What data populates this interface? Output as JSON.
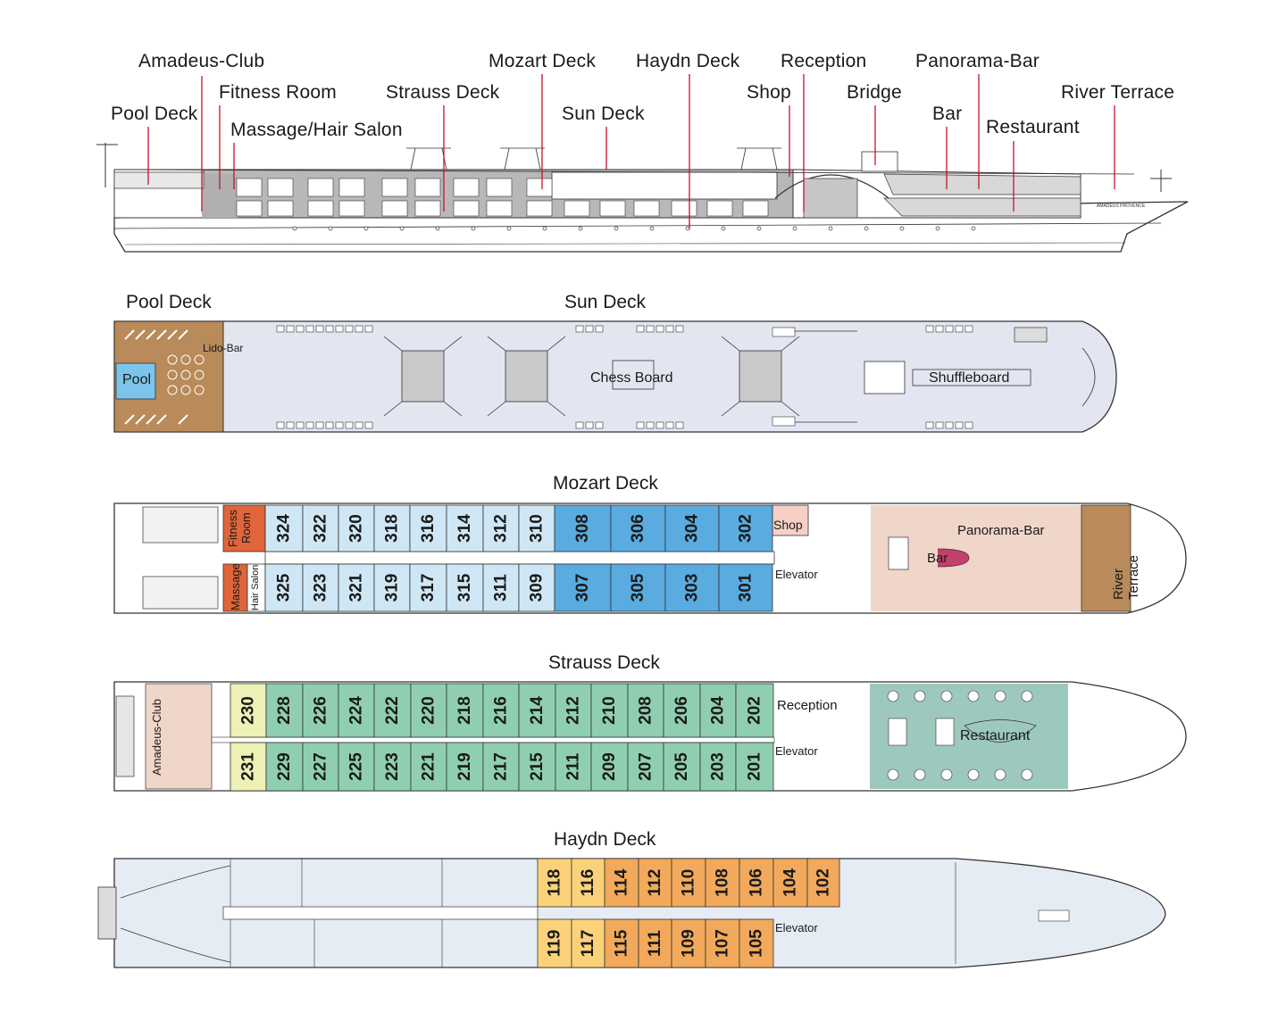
{
  "profile_labels": {
    "amadeus_club": "Amadeus-Club",
    "fitness_room": "Fitness Room",
    "pool_deck": "Pool Deck",
    "massage_hair_salon": "Massage/Hair Salon",
    "strauss_deck": "Strauss Deck",
    "mozart_deck": "Mozart Deck",
    "sun_deck": "Sun Deck",
    "haydn_deck": "Haydn Deck",
    "reception": "Reception",
    "shop": "Shop",
    "bridge": "Bridge",
    "panorama_bar": "Panorama-Bar",
    "bar": "Bar",
    "restaurant": "Restaurant",
    "river_terrace": "River Terrace",
    "ship_name": "AMADEUS PROVENCE"
  },
  "sun_deck": {
    "title_pool": "Pool Deck",
    "title_sun": "Sun Deck",
    "pool": "Pool",
    "lido_bar": "Lido-Bar",
    "chess_board": "Chess Board",
    "shuffleboard": "Shuffleboard"
  },
  "mozart_deck": {
    "title": "Mozart Deck",
    "fitness": "Fitness Room",
    "massage": "Massage",
    "hair_salon": "Hair Salon",
    "shop": "Shop",
    "elevator": "Elevator",
    "bar": "Bar",
    "panorama_bar": "Panorama-Bar",
    "river_terrace": "River Terrace",
    "top_row": [
      "324",
      "322",
      "320",
      "318",
      "316",
      "314",
      "312",
      "310",
      "308",
      "306",
      "304",
      "302"
    ],
    "bottom_row": [
      "325",
      "323",
      "321",
      "319",
      "317",
      "315",
      "311",
      "309",
      "307",
      "305",
      "303",
      "301"
    ]
  },
  "strauss_deck": {
    "title": "Strauss Deck",
    "amadeus_club": "Amadeus-Club",
    "reception": "Reception",
    "elevator": "Elevator",
    "restaurant": "Restaurant",
    "top_row": [
      "230",
      "228",
      "226",
      "224",
      "222",
      "220",
      "218",
      "216",
      "214",
      "212",
      "210",
      "208",
      "206",
      "204",
      "202"
    ],
    "bottom_row": [
      "231",
      "229",
      "227",
      "225",
      "223",
      "221",
      "219",
      "217",
      "215",
      "211",
      "209",
      "207",
      "205",
      "203",
      "201"
    ]
  },
  "haydn_deck": {
    "title": "Haydn Deck",
    "elevator": "Elevator",
    "top_row": [
      "118",
      "116",
      "114",
      "112",
      "110",
      "108",
      "106",
      "104",
      "102"
    ],
    "bottom_row": [
      "119",
      "117",
      "115",
      "111",
      "109",
      "107",
      "105"
    ]
  },
  "colors": {
    "mozart_light": "#cfe7f5",
    "mozart_dark": "#5aabdf",
    "strauss_green": "#8fcfb0",
    "strauss_yellow": "#eef1b5",
    "haydn_light": "#fbd27a",
    "haydn_dark": "#f2a95b",
    "fitness_orange": "#e0653a",
    "deck_grey": "#e3e6f1",
    "hull_grey": "#e6ecf3",
    "bar_pink": "#f0d6c8",
    "restaurant_teal": "#9dc8be",
    "wood": "#b98a5a",
    "pool_blue": "#7cc4ea",
    "callout_red": "#c8102e"
  }
}
